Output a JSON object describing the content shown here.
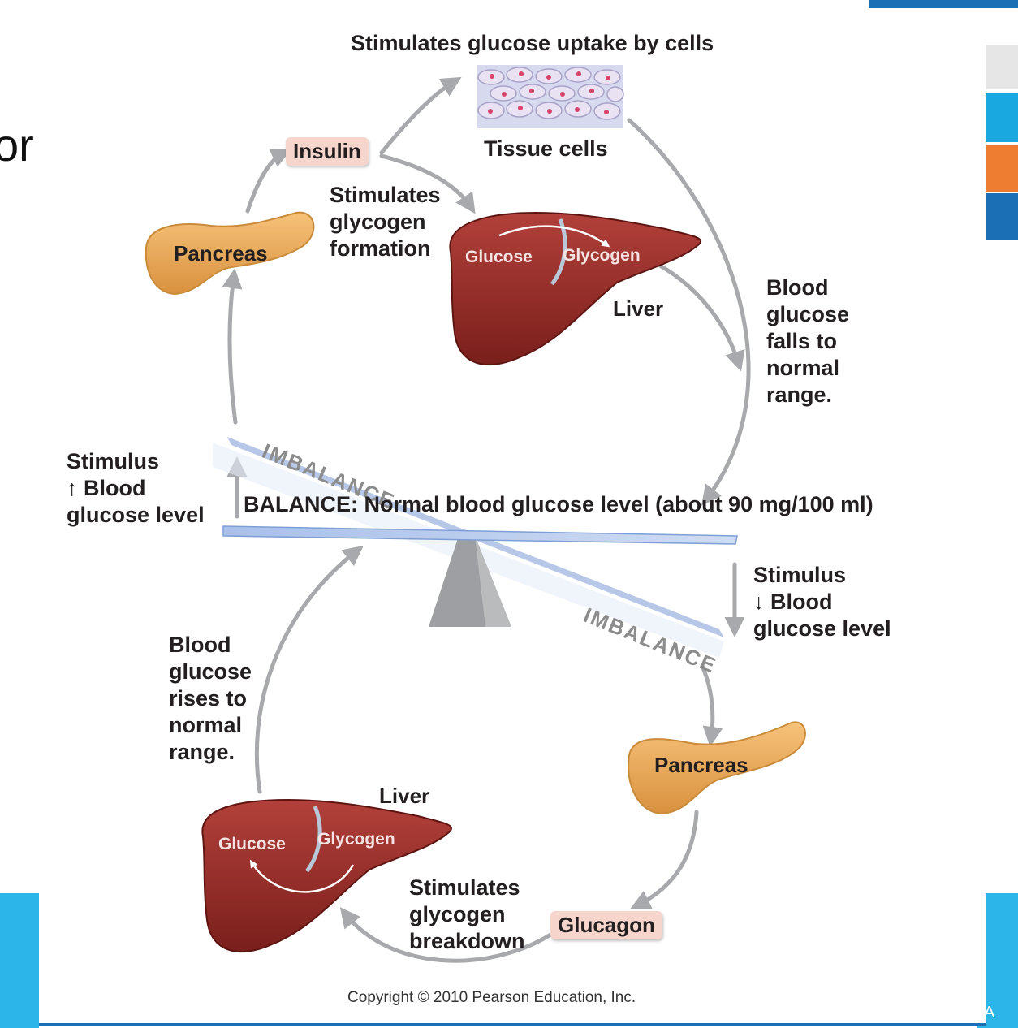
{
  "slide": {
    "partial_title_text": "or",
    "partial_right_letter": "A",
    "colors": {
      "accent_blue": "#1aa8e0",
      "accent_orange": "#ef7d31",
      "accent_gray": "#e6e6e6",
      "dark_blue": "#1b6fb5"
    }
  },
  "diagram": {
    "top_heading": "Stimulates glucose uptake by cells",
    "tissue_label": "Tissue cells",
    "insulin_label": "Insulin",
    "pancreas_top_label": "Pancreas",
    "stim_glycogen_formation": [
      "Stimulates",
      "glycogen",
      "formation"
    ],
    "liver_top_glucose": "Glucose",
    "liver_top_glycogen": "Glycogen",
    "liver_top_label": "Liver",
    "blood_falls": [
      "Blood",
      "glucose",
      "falls to",
      "normal",
      "range."
    ],
    "imbalance_top": "IMBALANCE",
    "stimulus_up": [
      "Stimulus",
      "↑ Blood",
      "glucose level"
    ],
    "balance_bold": "BALANCE:",
    "balance_rest": " Normal blood glucose level (about 90 mg/100 ml)",
    "stimulus_down": [
      "Stimulus",
      "↓ Blood",
      "glucose level"
    ],
    "imbalance_bottom": "IMBALANCE",
    "blood_rises": [
      "Blood",
      "glucose",
      "rises to",
      "normal",
      "range."
    ],
    "pancreas_bottom_label": "Pancreas",
    "liver_bottom_label": "Liver",
    "liver_bottom_glucose": "Glucose",
    "liver_bottom_glycogen": "Glycogen",
    "stim_glycogen_breakdown": [
      "Stimulates",
      "glycogen",
      "breakdown"
    ],
    "glucagon_label": "Glucagon",
    "copyright": "Copyright © 2010 Pearson Education, Inc."
  }
}
